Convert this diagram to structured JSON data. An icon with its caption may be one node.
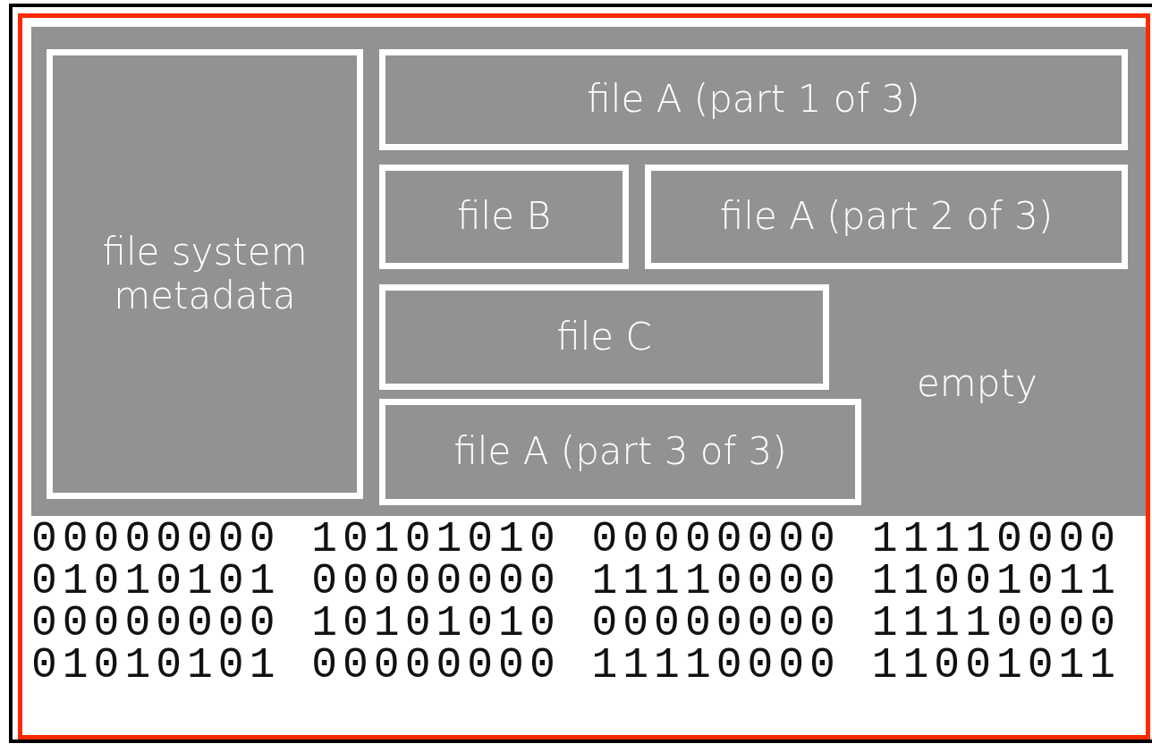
{
  "diagram": {
    "nodes": [
      {
        "text": [
          "empty"
        ]
      },
      {
        "text": [
          "file system metadata"
        ],
        "in": 0
      },
      {
        "text": [
          "file A (part 1 of 3)"
        ],
        "in": 0
      },
      {
        "text": [
          "file B"
        ],
        "in": 0
      },
      {
        "text": [
          "file A (part 2 of 3)"
        ],
        "in": 0
      },
      {
        "text": [
          "file C"
        ],
        "in": 0
      },
      {
        "text": [
          "file A (part 3 of 3)"
        ],
        "in": 0
      }
    ],
    "labels": [
      "00000000 10101010 00000000 11110000",
      "01010101 00000000 11110000 11001011",
      "00000000 10101010 00000000 11110000",
      "01010101 00000000 11110000 11001011"
    ]
  }
}
